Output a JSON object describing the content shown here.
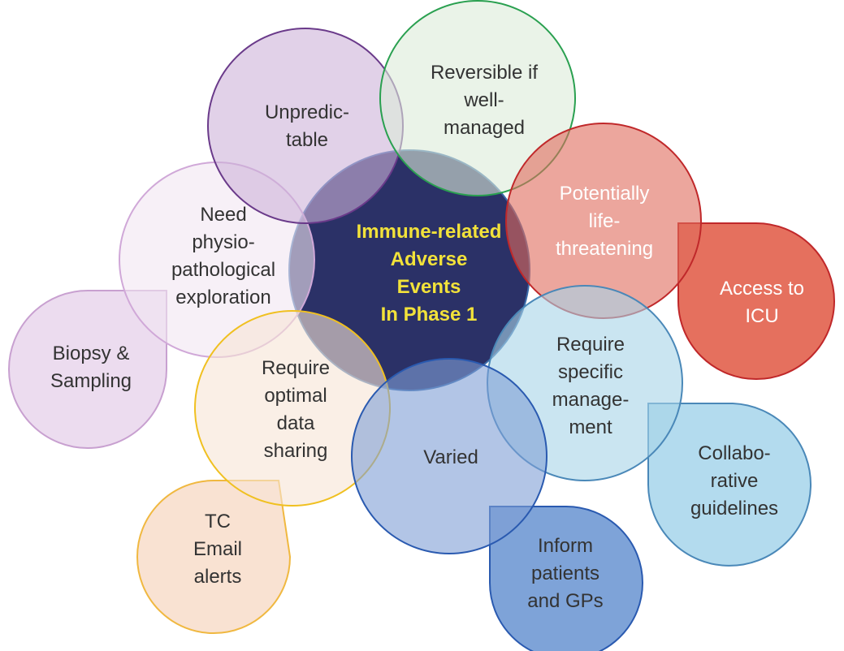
{
  "center": {
    "lines": [
      "Immune-related",
      "Adverse",
      "Events",
      "In Phase 1"
    ],
    "fill": "#2b3167",
    "stroke": "#3a6aa8",
    "text_color": "#f2e23a"
  },
  "circles": [
    {
      "id": "unpredictable",
      "lines": [
        "Unpredic-",
        "table"
      ],
      "fill": "#cdb3d8",
      "stroke": "#6a3a8a",
      "text_color": "#333333"
    },
    {
      "id": "reversible",
      "lines": [
        "Reversible if",
        "well-",
        "managed"
      ],
      "fill": "#dcebd9",
      "stroke": "#2aa050",
      "text_color": "#333333"
    },
    {
      "id": "life-threatening",
      "lines": [
        "Potentially",
        "life-",
        "threatening"
      ],
      "fill": "#e06a5c",
      "stroke": "#c0282a",
      "text_color": "#ffffff"
    },
    {
      "id": "specific-management",
      "lines": [
        "Require",
        "specific",
        "manage-",
        "ment"
      ],
      "fill": "#a7d3e8",
      "stroke": "#4a88b8",
      "text_color": "#333333"
    },
    {
      "id": "varied",
      "lines": [
        "Varied"
      ],
      "fill": "#7f9fd6",
      "stroke": "#2a5ab0",
      "text_color": "#333333"
    },
    {
      "id": "data-sharing",
      "lines": [
        "Require",
        "optimal",
        "data",
        "sharing"
      ],
      "fill": "#f7e4d6",
      "stroke": "#f0c020",
      "text_color": "#333333"
    },
    {
      "id": "exploration",
      "lines": [
        "Need",
        "physio-",
        "pathological",
        "exploration"
      ],
      "fill": "#f2e6f2",
      "stroke": "#d0a8d8",
      "text_color": "#333333"
    }
  ],
  "drops": [
    {
      "id": "access-icu",
      "lines": [
        "Access to",
        "ICU"
      ],
      "fill": "#e5705e",
      "stroke": "#c0282a",
      "text_color": "#ffffff"
    },
    {
      "id": "collaborative-guidelines",
      "lines": [
        "Collabo-",
        "rative",
        "guidelines"
      ],
      "fill": "#b3dbee",
      "stroke": "#4a88b8",
      "text_color": "#333333"
    },
    {
      "id": "inform-patients",
      "lines": [
        "Inform",
        "patients",
        "and GPs"
      ],
      "fill": "#7ea3d8",
      "stroke": "#2a5ab0",
      "text_color": "#333333"
    },
    {
      "id": "tc-email-alerts",
      "lines": [
        "TC",
        "Email",
        "alerts"
      ],
      "fill": "#f9e2d2",
      "stroke": "#f0b840",
      "text_color": "#333333"
    },
    {
      "id": "biopsy-sampling",
      "lines": [
        "Biopsy &",
        "Sampling"
      ],
      "fill": "#ecdcef",
      "stroke": "#c8a0d0",
      "text_color": "#333333"
    }
  ]
}
